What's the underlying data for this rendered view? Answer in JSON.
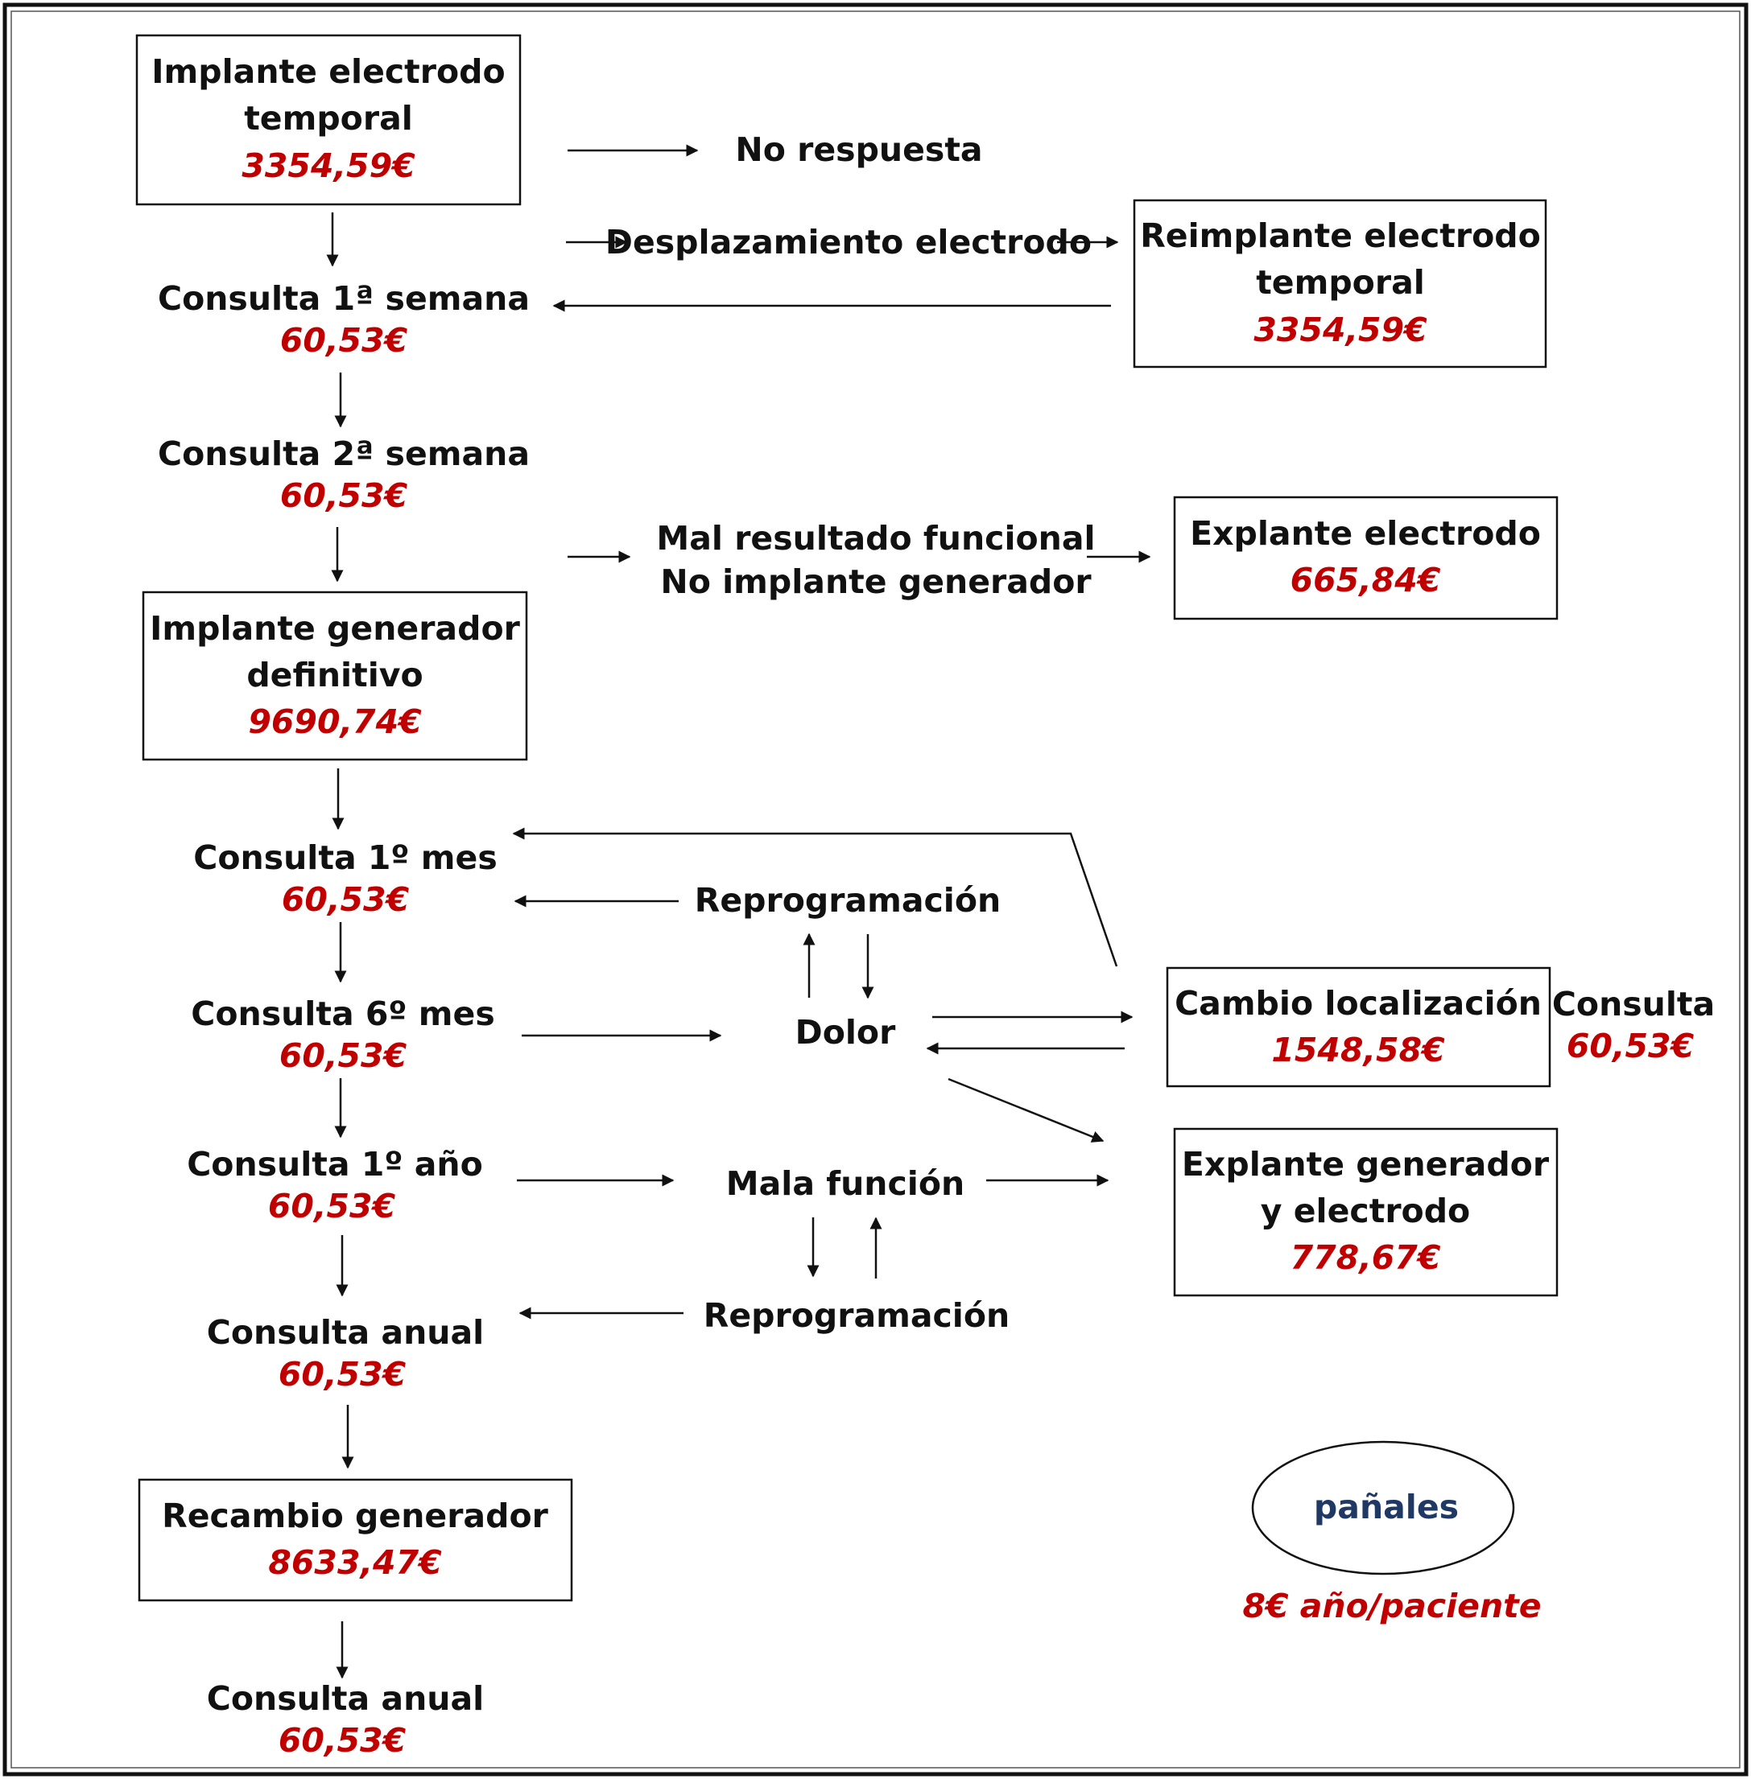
{
  "boxes": {
    "implante_temporal": {
      "line1": "Implante electrodo",
      "line2": "temporal",
      "cost": "3354,59€"
    },
    "reimplante_temporal": {
      "line1": "Reimplante electrodo",
      "line2": "temporal",
      "cost": "3354,59€"
    },
    "explante_electrodo": {
      "line1": "Explante electrodo",
      "cost": "665,84€"
    },
    "implante_generador": {
      "line1": "Implante generador",
      "line2": "definitivo",
      "cost": "9690,74€"
    },
    "cambio_localizacion": {
      "line1": "Cambio localización",
      "cost": "1548,58€"
    },
    "explante_generador": {
      "line1": "Explante generador",
      "line2": "y electrodo",
      "cost": "778,67€"
    },
    "recambio_generador": {
      "line1": "Recambio  generador",
      "cost": "8633,47€"
    }
  },
  "nodes": {
    "no_respuesta": "No respuesta",
    "desplazamiento": "Desplazamiento electrodo",
    "consulta_1_semana": {
      "label": "Consulta 1ª semana",
      "cost": "60,53€"
    },
    "consulta_2_semana": {
      "label": "Consulta 2ª semana",
      "cost": "60,53€"
    },
    "mal_resultado": {
      "line1": "Mal resultado funcional",
      "line2": "No implante generador"
    },
    "consulta_1_mes": {
      "label": "Consulta 1º mes",
      "cost": "60,53€"
    },
    "reprogramacion_top": "Reprogramación",
    "consulta_6_mes": {
      "label": "Consulta 6º mes",
      "cost": "60,53€"
    },
    "dolor": "Dolor",
    "consulta_side": {
      "label": "Consulta",
      "cost": "60,53€"
    },
    "consulta_1_ano": {
      "label": "Consulta 1º año",
      "cost": "60,53€"
    },
    "mala_funcion": "Mala función",
    "reprogramacion_bottom": "Reprogramación",
    "consulta_anual": {
      "label": "Consulta anual",
      "cost": "60,53€"
    },
    "consulta_anual_final": {
      "label": "Consulta anual",
      "cost": "60,53€"
    }
  },
  "panales": {
    "label": "pañales",
    "cost": "8€ año/paciente"
  }
}
